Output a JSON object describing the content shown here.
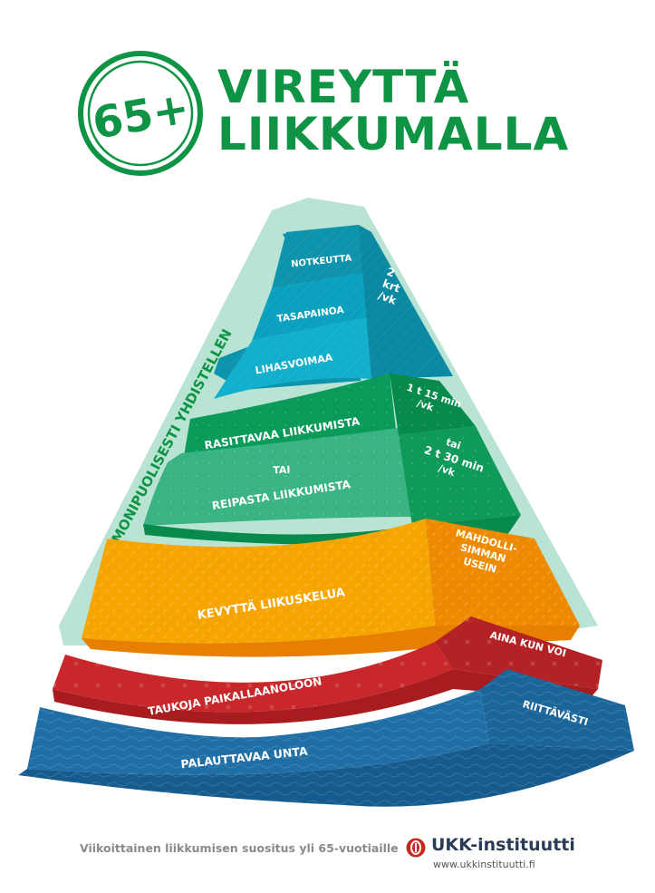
{
  "header": {
    "badge_text": "65+",
    "title_line1": "VIREYTTÄ",
    "title_line2": "LIIKKUMALLA"
  },
  "colors": {
    "brand_green": "#0f9445",
    "frame_mint": "#b9e4d3",
    "blue_top": "#0e93ad",
    "blue_mid": "#0aa1bf",
    "blue_low": "#11afcc",
    "green_dark": "#0a9a59",
    "green_light": "#3ab483",
    "orange": "#f6a500",
    "orange_side": "#ee8a00",
    "red": "#c8282c",
    "red_side": "#a81c20",
    "navy": "#1f6ea5",
    "navy_side": "#165b8d"
  },
  "pyramid": {
    "side_label": "MONIPUOLISESTI YHDISTELLEN",
    "levels": [
      {
        "id": "strength-balance-flexibility",
        "items": [
          "NOTKEUTTA",
          "TASAPAINOA",
          "LIHASVOIMAA"
        ],
        "frequency": [
          "2",
          "krt",
          "/vk"
        ]
      },
      {
        "id": "endurance",
        "items": [
          "RASITTAVAA LIIKKUMISTA",
          "TAI",
          "REIPASTA LIIKKUMISTA"
        ],
        "frequency_top": [
          "1 t 15 min",
          "/vk"
        ],
        "frequency_bottom": [
          "tai",
          "2 t 30 min",
          "/vk"
        ]
      },
      {
        "id": "light-activity",
        "items": [
          "KEVYTTÄ LIIKUSKELUA"
        ],
        "frequency": [
          "MAHDOLLI-",
          "SIMMAN",
          "USEIN"
        ]
      },
      {
        "id": "breaks",
        "items": [
          "TAUKOJA PAIKALLAANOLOON"
        ],
        "frequency": [
          "AINA KUN VOI"
        ]
      },
      {
        "id": "sleep",
        "items": [
          "PALAUTTAVAA UNTA"
        ],
        "frequency": [
          "RIITTÄVÄSTI"
        ]
      }
    ]
  },
  "footer": {
    "caption": "Viikoittainen liikkumisen suositus yli 65-vuotiaille",
    "org_name": "UKK-instituutti",
    "org_url": "www.ukkinstituutti.fi"
  }
}
